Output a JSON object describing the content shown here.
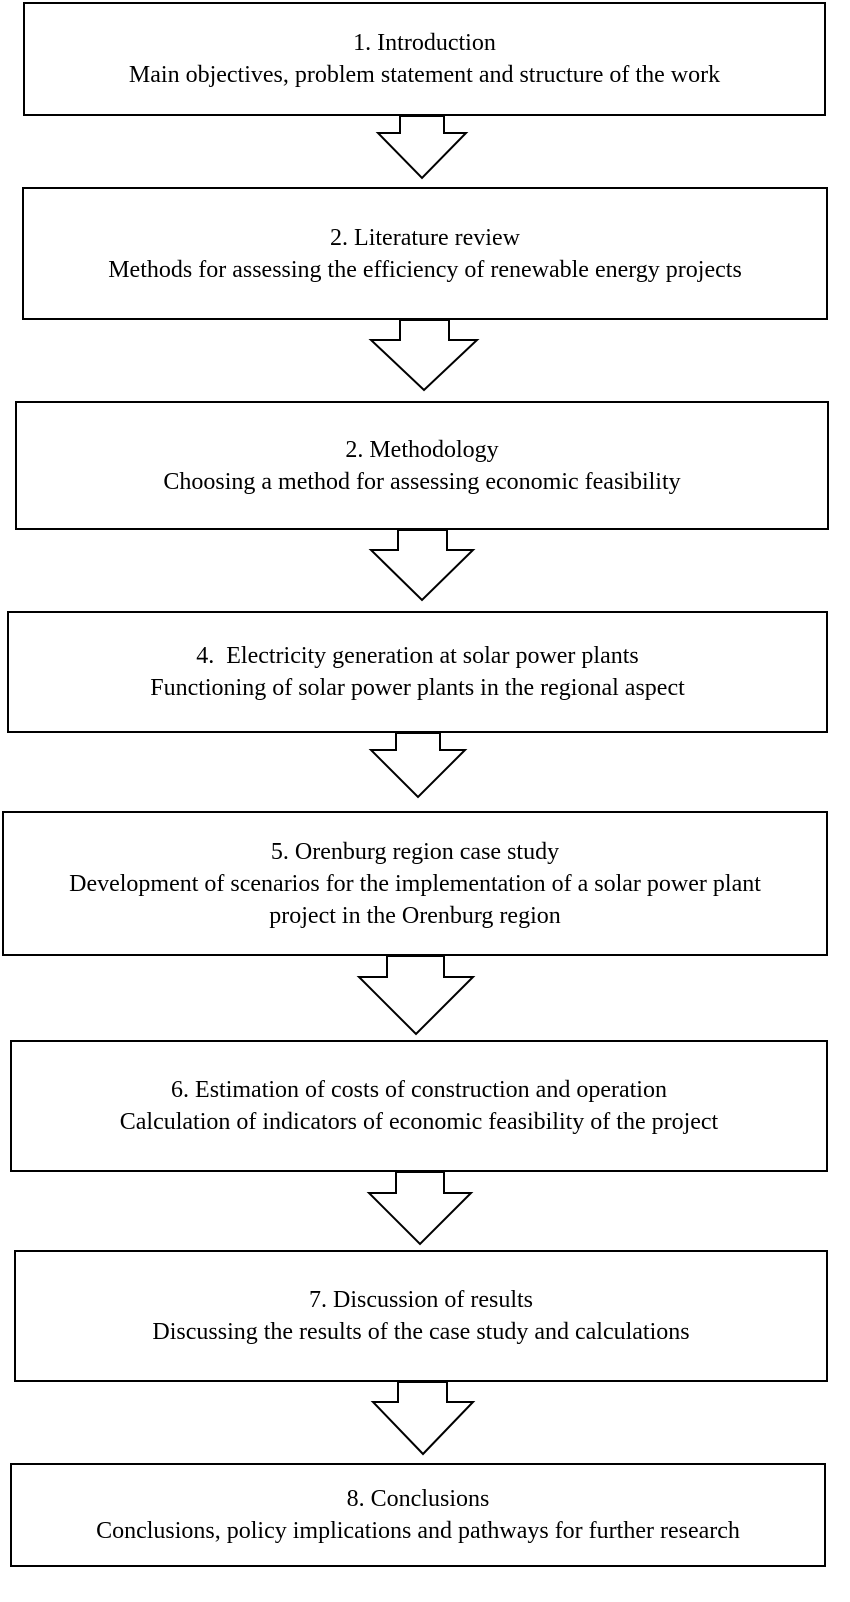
{
  "diagram": {
    "steps": [
      {
        "title": "1. Introduction",
        "description": "Main objectives, problem statement and structure of the work"
      },
      {
        "title": "2. Literature review",
        "description": "Methods for assessing the efficiency of renewable energy projects"
      },
      {
        "title": "2. Methodology",
        "description": "Choosing a method for assessing economic feasibility"
      },
      {
        "title": "4.  Electricity generation at solar power plants",
        "description": "Functioning of solar power plants in the regional aspect"
      },
      {
        "title": "5. Orenburg region case study",
        "description": "Development of scenarios for the implementation of a solar power plant project in the Orenburg region"
      },
      {
        "title": "6. Estimation of costs of construction and operation",
        "description": "Calculation of indicators of economic feasibility of the project"
      },
      {
        "title": "7. Discussion of results",
        "description": "Discussing the results of the case study and calculations"
      },
      {
        "title": "8. Conclusions",
        "description": "Conclusions, policy implications and pathways for further research"
      }
    ],
    "colors": {
      "stroke": "#000000",
      "fill": "#ffffff",
      "text": "#000000"
    }
  }
}
